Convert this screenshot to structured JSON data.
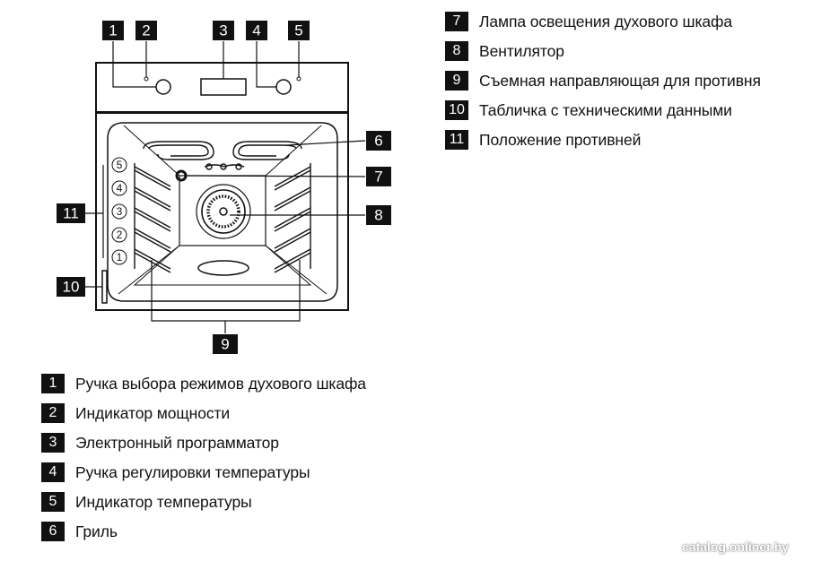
{
  "callouts": [
    "1",
    "2",
    "3",
    "4",
    "5",
    "6",
    "7",
    "8",
    "9",
    "10",
    "11"
  ],
  "shelf_positions": [
    "5",
    "4",
    "3",
    "2",
    "1"
  ],
  "legend": {
    "bottom": [
      {
        "num": "1",
        "text": "Ручка выбора режимов духового шкафа"
      },
      {
        "num": "2",
        "text": "Индикатор мощности"
      },
      {
        "num": "3",
        "text": "Электронный программатор"
      },
      {
        "num": "4",
        "text": "Ручка регулировки температуры"
      },
      {
        "num": "5",
        "text": "Индикатор температуры"
      },
      {
        "num": "6",
        "text": "Гриль"
      }
    ],
    "top": [
      {
        "num": "7",
        "text": "Лампа освещения духового шкафа"
      },
      {
        "num": "8",
        "text": "Вентилятор"
      },
      {
        "num": "9",
        "text": "Съемная направляющая для противня"
      },
      {
        "num": "10",
        "text": "Табличка с техническими данными"
      },
      {
        "num": "11",
        "text": "Положение противней"
      }
    ]
  },
  "watermark": "catalog.onliner.by",
  "colors": {
    "badge": "#111111",
    "line": "#111111",
    "background": "#ffffff"
  }
}
